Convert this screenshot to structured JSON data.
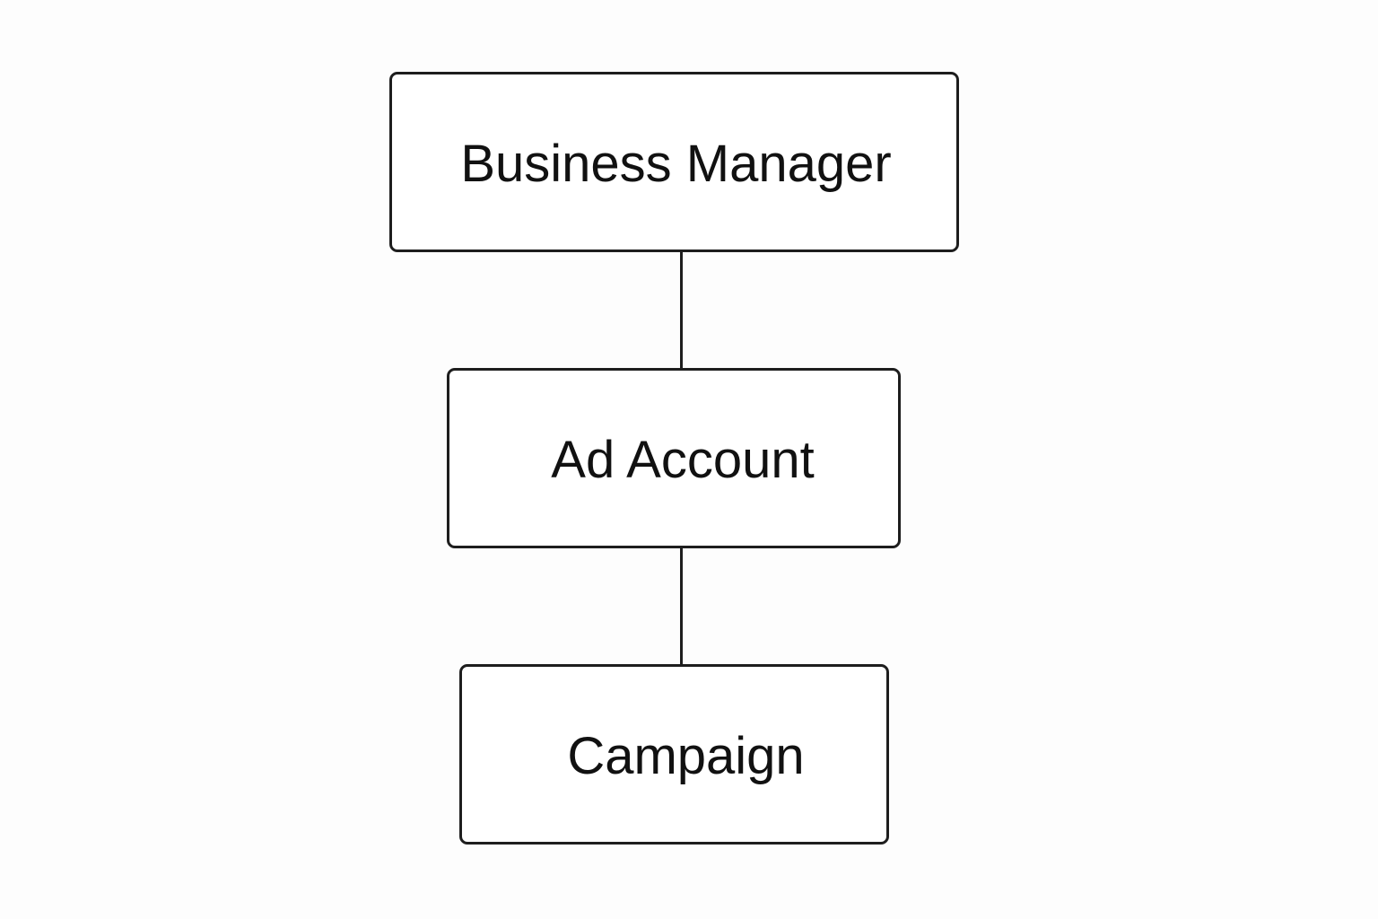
{
  "diagram": {
    "nodes": [
      {
        "id": "business-manager",
        "label": "Business Manager"
      },
      {
        "id": "ad-account",
        "label": "Ad Account"
      },
      {
        "id": "campaign",
        "label": "Campaign"
      }
    ],
    "edges": [
      {
        "from": "business-manager",
        "to": "ad-account"
      },
      {
        "from": "ad-account",
        "to": "campaign"
      }
    ]
  },
  "colors": {
    "background": "#fdfdfd",
    "border": "#1e1e1e",
    "text": "#111111"
  }
}
